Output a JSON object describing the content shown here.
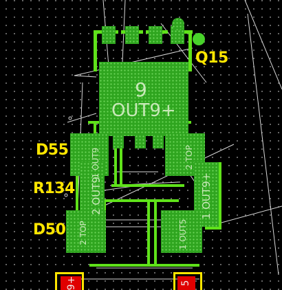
{
  "board": {
    "refdes": {
      "q15": "Q15",
      "d55": "D55",
      "r134": "R134",
      "d50": "D50"
    },
    "q15_pad": {
      "number": "9",
      "net": "OUT9+"
    },
    "silk": {
      "d55_left": "1 OUT9",
      "d55_right": "2 TOP",
      "r134_left": "2 OUT9",
      "r134_right": "1 OUT9+",
      "d50_left": "2 TOP",
      "d50_right": "1 OUT5",
      "bottom_left": "9+",
      "bottom_right": "5"
    },
    "colors": {
      "background": "#000000",
      "copper": "#2fa51f",
      "trace": "#5fe21a",
      "refdes": "#ffe600",
      "ratsnest": "#d8d8d8",
      "keepout": "#e00000"
    }
  }
}
